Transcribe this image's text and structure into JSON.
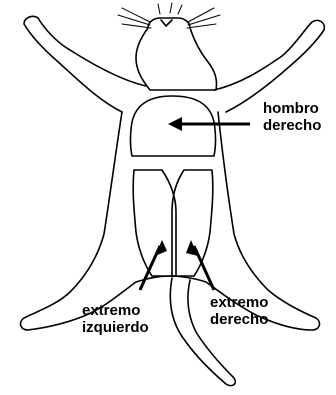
{
  "labels": {
    "shoulder_right": [
      "hombro",
      "derecho"
    ],
    "end_left": [
      "extremo",
      "izquierdo"
    ],
    "end_right": [
      "extremo",
      "derecho"
    ]
  },
  "colors": {
    "ink": "#000000",
    "paper": "#ffffff"
  }
}
